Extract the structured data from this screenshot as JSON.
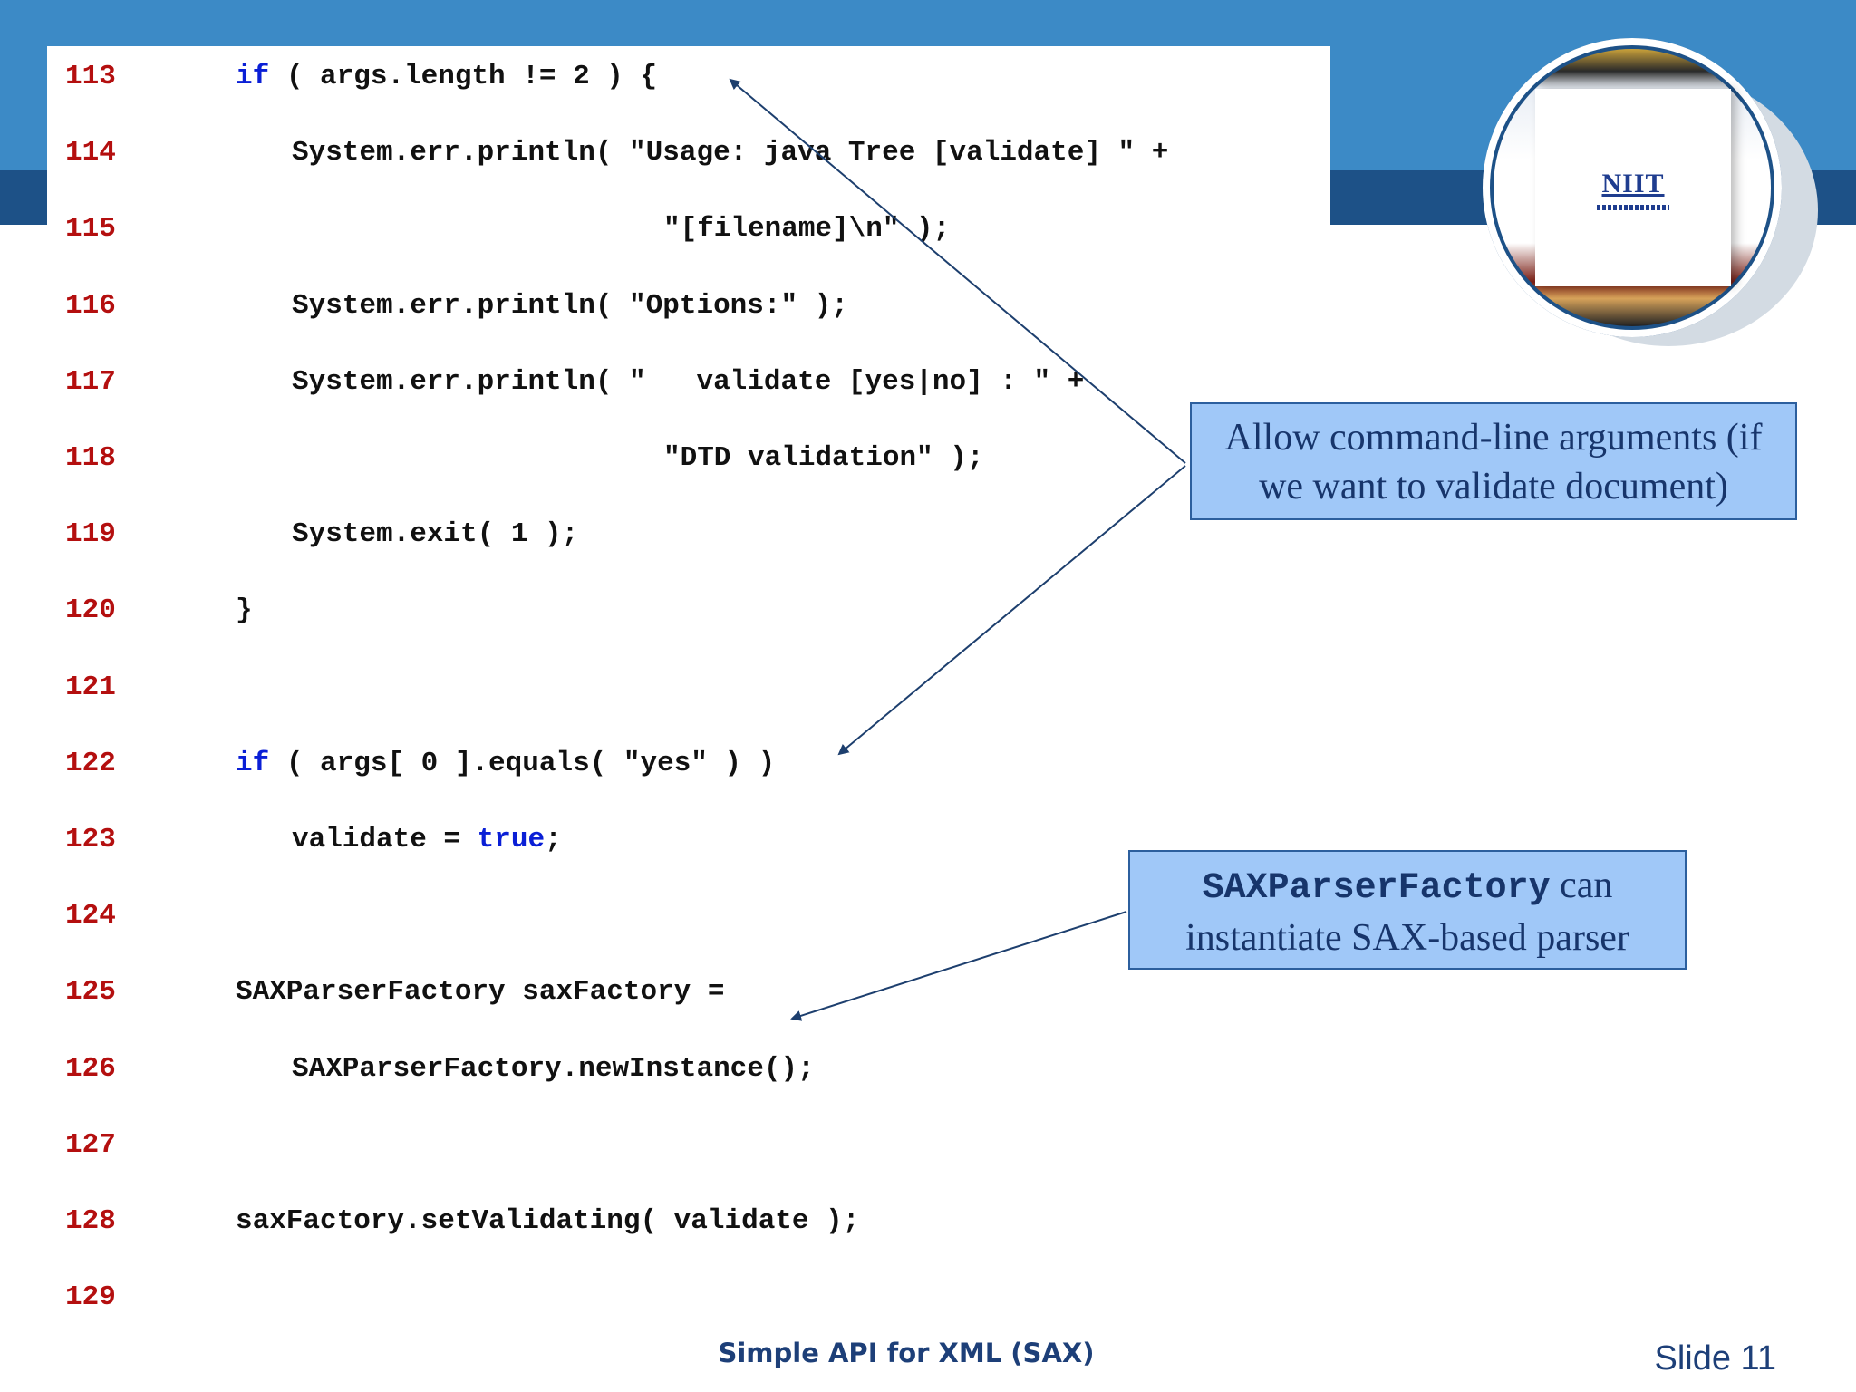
{
  "code_lines": [
    {
      "num": "113",
      "indent": 1,
      "parts": [
        {
          "t": "if",
          "kw": true
        },
        {
          "t": " ( args.length != 2 ) {"
        }
      ]
    },
    {
      "num": "114",
      "indent": 2,
      "parts": [
        {
          "t": "System.err.println( \"Usage: java Tree [validate] \" +"
        }
      ]
    },
    {
      "num": "115",
      "indent": 3,
      "parts": [
        {
          "t": "\"[filename]\\n\" );"
        }
      ]
    },
    {
      "num": "116",
      "indent": 2,
      "parts": [
        {
          "t": "System.err.println( \"Options:\" );"
        }
      ]
    },
    {
      "num": "117",
      "indent": 2,
      "parts": [
        {
          "t": "System.err.println( \"   validate [yes|no] : \" +"
        }
      ]
    },
    {
      "num": "118",
      "indent": 3,
      "parts": [
        {
          "t": "\"DTD validation\" );"
        }
      ]
    },
    {
      "num": "119",
      "indent": 2,
      "parts": [
        {
          "t": "System.exit( 1 );"
        }
      ]
    },
    {
      "num": "120",
      "indent": 1,
      "parts": [
        {
          "t": "}"
        }
      ]
    },
    {
      "num": "121",
      "indent": 0,
      "parts": []
    },
    {
      "num": "122",
      "indent": 1,
      "parts": [
        {
          "t": "if",
          "kw": true
        },
        {
          "t": " ( args[ 0 ].equals( \"yes\" ) )"
        }
      ]
    },
    {
      "num": "123",
      "indent": 2,
      "parts": [
        {
          "t": "validate = "
        },
        {
          "t": "true",
          "kw": true
        },
        {
          "t": ";"
        }
      ]
    },
    {
      "num": "124",
      "indent": 0,
      "parts": []
    },
    {
      "num": "125",
      "indent": 1,
      "parts": [
        {
          "t": "SAXParserFactory saxFactory ="
        }
      ]
    },
    {
      "num": "126",
      "indent": 2,
      "parts": [
        {
          "t": "SAXParserFactory.newInstance();"
        }
      ]
    },
    {
      "num": "127",
      "indent": 0,
      "parts": []
    },
    {
      "num": "128",
      "indent": 1,
      "parts": [
        {
          "t": "saxFactory.setValidating( validate );"
        }
      ]
    },
    {
      "num": "129",
      "indent": 0,
      "parts": []
    }
  ],
  "callouts": {
    "args": {
      "line1": "Allow command-line arguments (if",
      "line2": "we want to validate document)"
    },
    "factory": {
      "code": "SAXParserFactory",
      "rest": " can",
      "line2": "instantiate SAX-based parser"
    }
  },
  "logo": {
    "text": "NIIT"
  },
  "footer": {
    "title": "Simple API for XML (SAX)",
    "slide": "Slide 11"
  },
  "colors": {
    "band": "#3c8ac6",
    "band_dark": "#1d5187",
    "line_number": "#b40f0f",
    "keyword": "#0a1fd6",
    "callout_fill": "#a0c8f8"
  }
}
